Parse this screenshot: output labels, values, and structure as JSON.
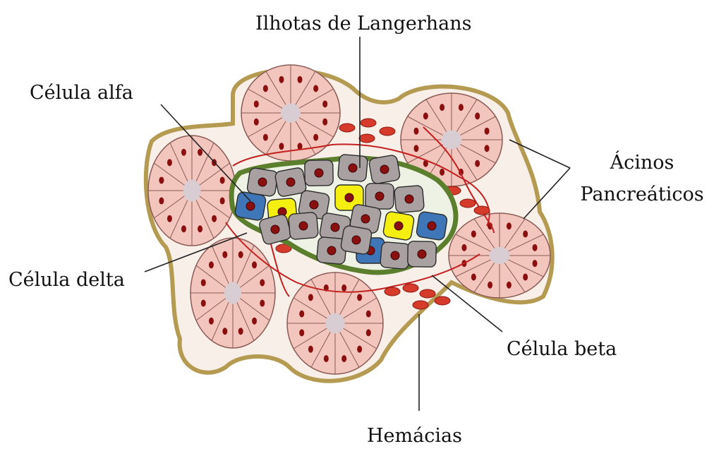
{
  "labels": {
    "top_cut": "",
    "islets": "Ilhotas de Langerhans",
    "alpha": "Célula alfa",
    "acini_line1": "Ácinos",
    "acini_line2": "Pancreáticos",
    "delta": "Célula delta",
    "beta": "Célula beta",
    "erythrocytes": "Hemácias"
  },
  "colors": {
    "acinus_fill": "#f2c6bd",
    "acinus_stroke": "#8b5a55",
    "acinus_center": "#d8cdd2",
    "capsule": "#b59a52",
    "nucleus": "#8a1010",
    "islet_border": "#5c7f2e",
    "beta_cell": "#a9a1a1",
    "alpha_cell": "#f4ef10",
    "delta_cell": "#3f76b8",
    "erythrocyte": "#d63a2a",
    "vessel": "#c42020"
  }
}
